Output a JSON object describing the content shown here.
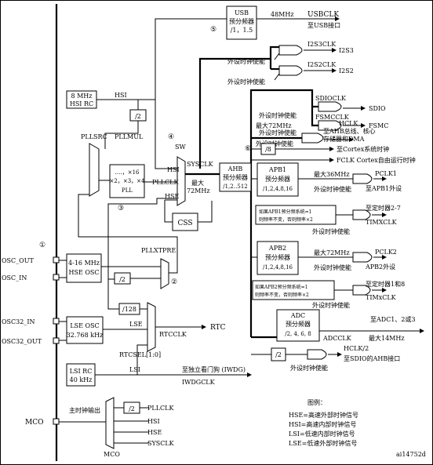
{
  "usb": {
    "box": [
      "USB",
      "预分频器",
      "/1，1.5"
    ],
    "freq": "48MHz",
    "clk": "USBCLK",
    "dest": "至USB接口",
    "num": "⑤"
  },
  "i2s3": {
    "clk": "I2S3CLK",
    "out": "I2S3",
    "en": "外设时钟使能"
  },
  "i2s2": {
    "clk": "I2S2CLK",
    "out": "I2S2",
    "en": "外设时钟使能"
  },
  "sdio": {
    "clk": "SDIOCLK",
    "out": "SDIO",
    "en": "外设时钟使能"
  },
  "fsmc": {
    "clk": "FSMCCLK",
    "out": "FSMC",
    "en": "外设时钟使能"
  },
  "hclk": {
    "max": "最大72MHz",
    "label": "HCLK",
    "l1": "至AHB总线、核心",
    "l2": "存储器和DMA",
    "en": "外设时钟使能"
  },
  "cortex": {
    "num": "⑥",
    "div": "/8",
    "dest": "至Cortex系统时钟"
  },
  "fclk": {
    "label": "FCLK Cortex自由运行时钟"
  },
  "hsirc": {
    "l1": "8 MHz",
    "l2": "HSI RC",
    "sig": "HSI"
  },
  "div2a": "/2",
  "pllsrc": "PLLSRC",
  "pllmul": {
    "label": "PLLMUL",
    "l1": "….，×16",
    "l2": "×2，×3，×4",
    "l3": "PLL",
    "num": "③"
  },
  "sw": {
    "label": "SW",
    "hsi": "HSI",
    "pllclk": "PLLCLK",
    "hse": "HSE",
    "sysclk": "SYSCLK",
    "max1": "最大",
    "max2": "72MHz",
    "num": "④"
  },
  "ahb": {
    "l1": "AHB",
    "l2": "预分频器",
    "l3": "/1,2‥512"
  },
  "css": "CSS",
  "apb1": {
    "l1": "APB1",
    "l2": "预分频器",
    "l3": "/1,2,4,8,16",
    "max": "最大36MHz",
    "pclk": "PCLK1",
    "dest": "至APB1外设",
    "en": "外设时钟使能"
  },
  "timx": {
    "n1": "如果APB1预分频系统=1",
    "n2": "则频率不变，否则频率×2",
    "dest": "至定时器2-7",
    "clk": "TIMXCLK",
    "en": "外设时钟使能"
  },
  "apb2": {
    "l1": "APB2",
    "l2": "预分频器",
    "l3": "/1,2,4,8,16",
    "max": "最大72MHz",
    "pclk": "PCLK2",
    "dest": "APB2外设",
    "en": "外设时钟使能"
  },
  "tim1": {
    "n1": "如果APB2预分频系统=1",
    "n2": "则频率不变，否则频率×2",
    "dest": "至定时器1和8",
    "clk": "TIMxCLK",
    "en": "外设时钟使能"
  },
  "adc": {
    "l1": "ADC",
    "l2": "预分频器",
    "l3": "/2, 4, 6, 8",
    "clk": "ADCCLK",
    "max": "最大14MHz",
    "dest": "至ADC1、2或3"
  },
  "hclk2": {
    "div": "/2",
    "label": "HCLK/2",
    "dest": "至SDIO的AHB接口",
    "en": "外设时钟使能"
  },
  "osc": {
    "num": "①",
    "out": "OSC_OUT",
    "in": "OSC_IN",
    "l1": "4-16 MHz",
    "l2": "HSE OSC",
    "div": "/2",
    "pllxtpre": "PLLXTPRE",
    "num2": "②"
  },
  "osc32": {
    "in": "OSC32_IN",
    "out": "OSC32_OUT",
    "l1": "LSE OSC",
    "l2": "32.768 kHz",
    "div": "/128",
    "lse": "LSE"
  },
  "rtc": {
    "clk": "RTCCLK",
    "sel": "RTCSEL[1:0]",
    "out": "RTC"
  },
  "lsirc": {
    "l1": "LSI RC",
    "l2": "40 kHz",
    "sig": "LSI",
    "dest": "至独立看门狗 (IWDG)",
    "clk": "IWDGCLK"
  },
  "mco": {
    "label": "MCO",
    "out": "主时钟输出",
    "div": "/2",
    "pllclk": "PLLCLK",
    "hsi": "HSI",
    "hse": "HSE",
    "sysclk": "SYSCLK",
    "mux": "MCO"
  },
  "legend": {
    "title": "图例：",
    "l1": "HSE=高速外部时钟信号",
    "l2": "HSI=高速内部时钟信号",
    "l3": "LSI=低速内部时钟信号",
    "l4": "LSE=低速外部时钟信号"
  },
  "ref": "ai14752d"
}
